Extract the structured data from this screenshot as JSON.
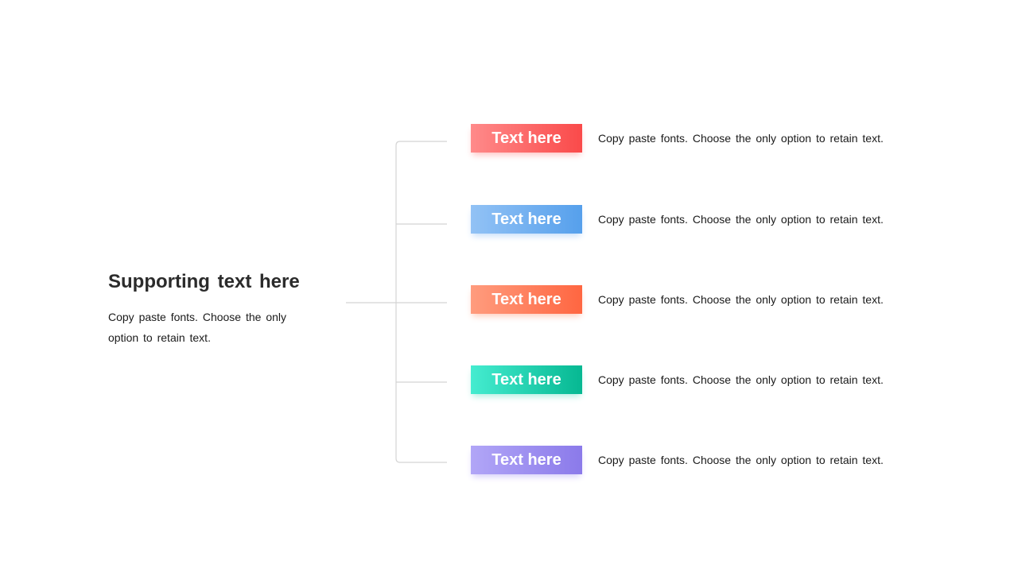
{
  "heading": {
    "title": "Supporting text here",
    "body": "Copy paste  fonts. Choose the only option to retain text."
  },
  "items": [
    {
      "label": "Text here",
      "description": "Copy paste  fonts. Choose the only option to retain text.",
      "gradient_start": "#ff8a8a",
      "gradient_end": "#fa4a4a",
      "shadow": "#ffc2c2"
    },
    {
      "label": "Text here",
      "description": "Copy paste  fonts. Choose the only option to retain text.",
      "gradient_start": "#92c2f5",
      "gradient_end": "#56a0ec",
      "shadow": "#c6defa"
    },
    {
      "label": "Text here",
      "description": "Copy paste  fonts. Choose the only option to retain text.",
      "gradient_start": "#ff9c7e",
      "gradient_end": "#ff6641",
      "shadow": "#ffcdbd"
    },
    {
      "label": "Text here",
      "description": "Copy paste  fonts. Choose the only option to retain text.",
      "gradient_start": "#45ecd0",
      "gradient_end": "#06b892",
      "shadow": "#b0eee1"
    },
    {
      "label": "Text here",
      "description": "Copy paste  fonts. Choose the only option to retain text.",
      "gradient_start": "#b1a6f7",
      "gradient_end": "#8b7aea",
      "shadow": "#d6cffa"
    }
  ],
  "connector_color": "#d4d4d4"
}
